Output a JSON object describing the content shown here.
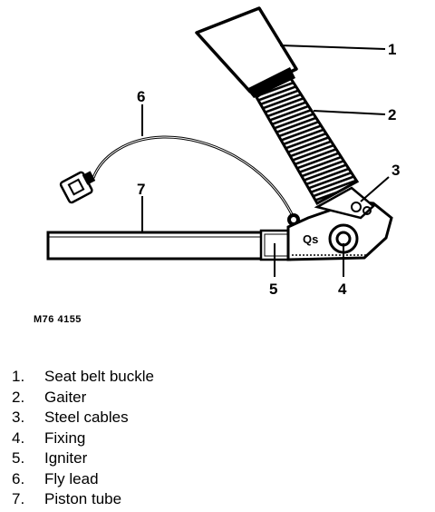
{
  "figure": {
    "code": "M76 4155",
    "callouts": [
      "1",
      "2",
      "3",
      "4",
      "5",
      "6",
      "7"
    ]
  },
  "legend": [
    {
      "number": "1.",
      "label": "Seat belt buckle"
    },
    {
      "number": "2.",
      "label": "Gaiter"
    },
    {
      "number": "3.",
      "label": "Steel cables"
    },
    {
      "number": "4.",
      "label": "Fixing"
    },
    {
      "number": "5.",
      "label": "Igniter"
    },
    {
      "number": "6.",
      "label": "Fly lead"
    },
    {
      "number": "7.",
      "label": "Piston tube"
    }
  ]
}
